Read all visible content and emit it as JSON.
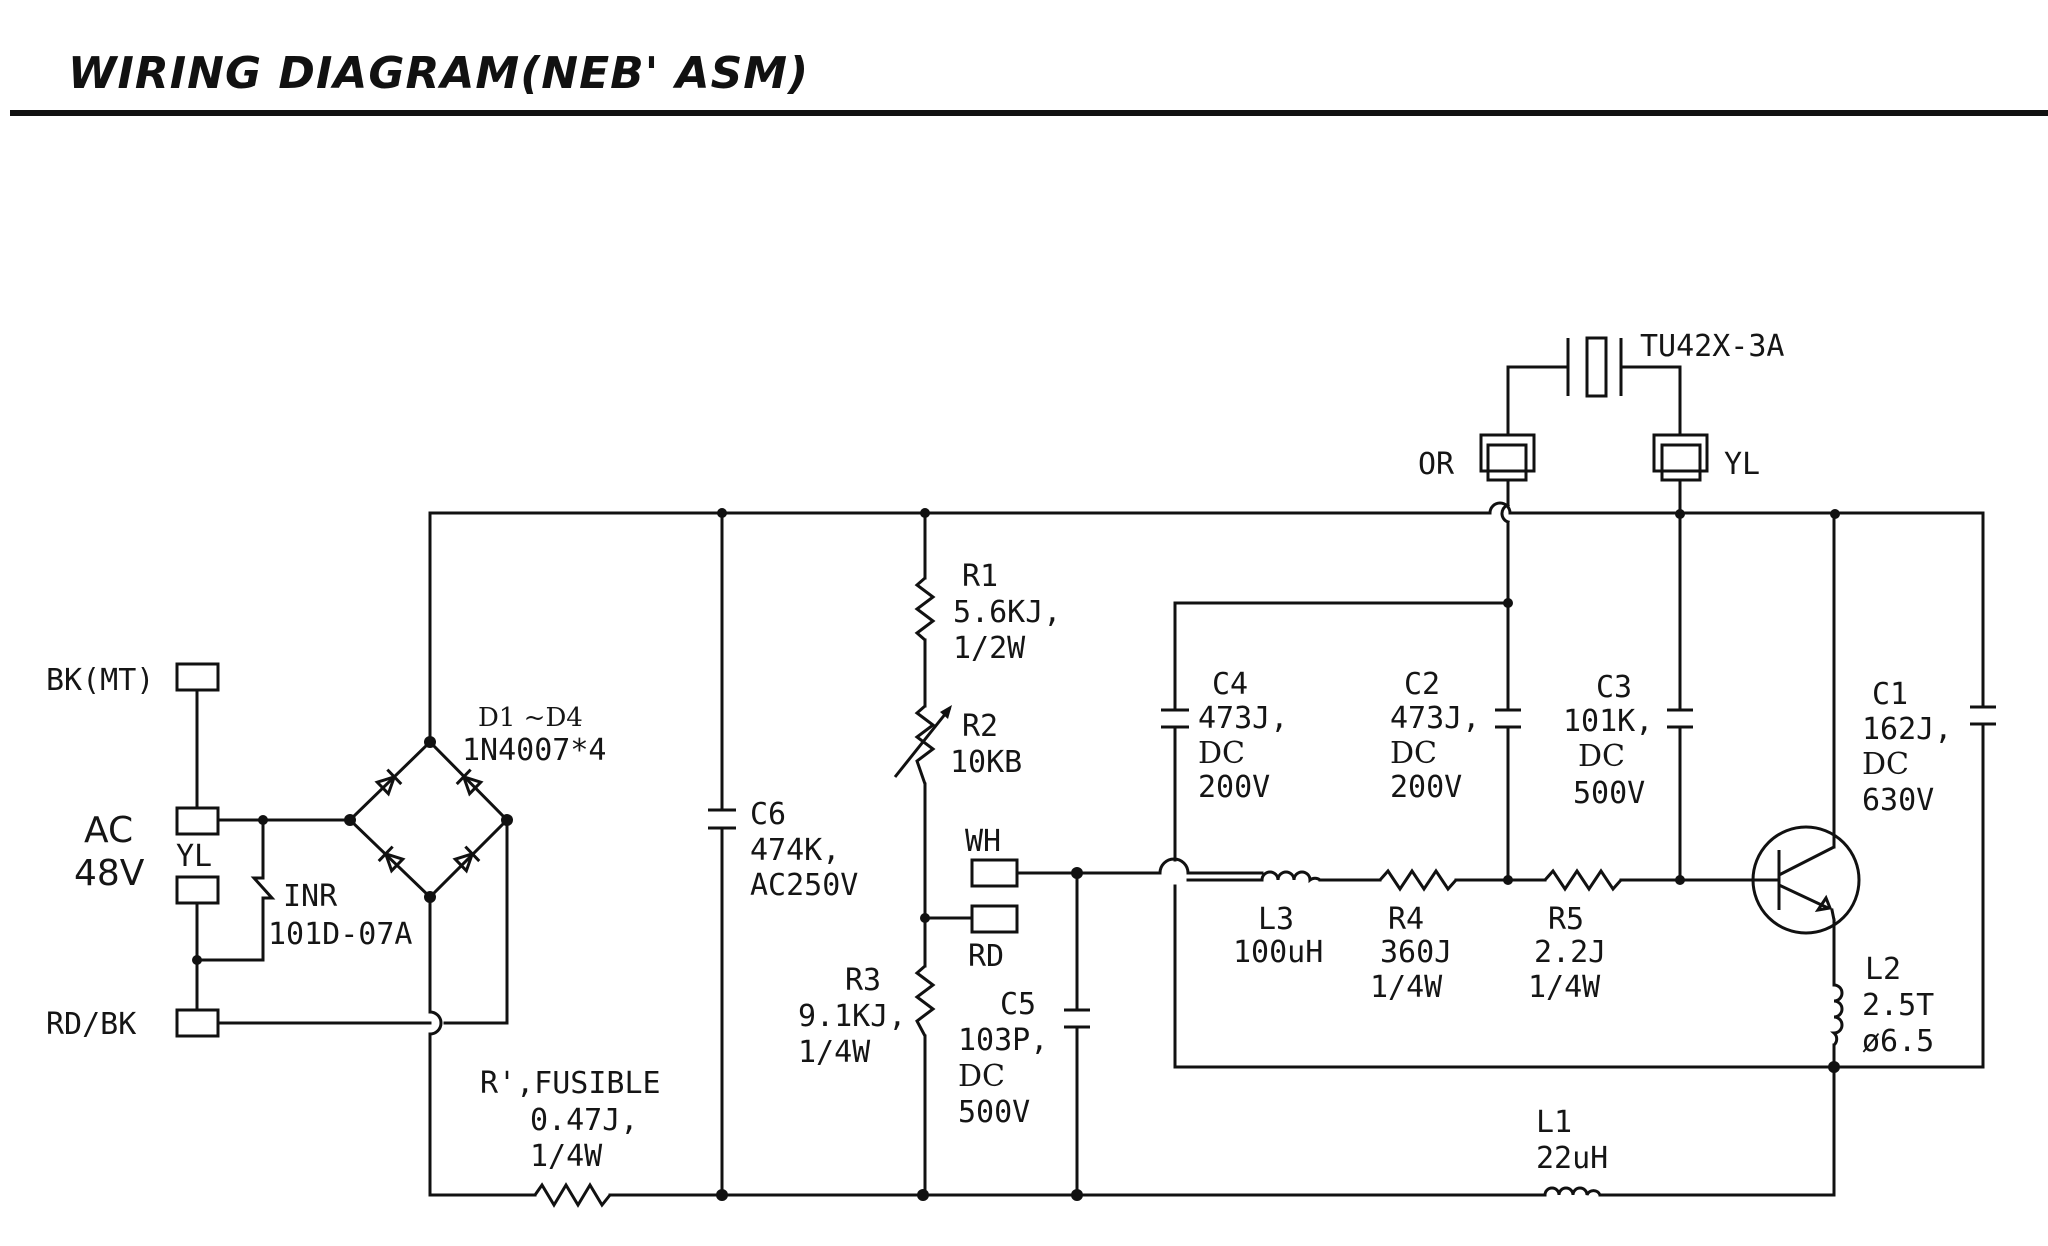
{
  "title": "WIRING DIAGRAM(NEB' ASM)",
  "connectors": {
    "bk_mt": "BK(MT)",
    "ac_line1": "AC",
    "ac_line2": "48V",
    "yl_left": "YL",
    "rd_bk": "RD/BK",
    "wh": "WH",
    "rd": "RD",
    "or": "OR",
    "yl_right": "YL"
  },
  "components": {
    "inr": {
      "ref": "INR",
      "value": "101D-07A"
    },
    "bridge": {
      "ref": "D1 ~D4",
      "value": "1N4007*4"
    },
    "fusible": {
      "ref": "R',FUSIBLE",
      "value": "0.47J,",
      "power": "1/4W"
    },
    "c6": {
      "ref": "C6",
      "value": "474K,",
      "rating": "AC250V"
    },
    "r1": {
      "ref": "R1",
      "value": "5.6KJ,",
      "power": "1/2W"
    },
    "r2": {
      "ref": "R2",
      "value": "10KB"
    },
    "r3": {
      "ref": "R3",
      "value": "9.1KJ,",
      "power": "1/4W"
    },
    "c5": {
      "ref": "C5",
      "value": "103P,",
      "rating1": "DC",
      "rating2": "500V"
    },
    "c4": {
      "ref": "C4",
      "value": "473J,",
      "rating1": "DC",
      "rating2": "200V"
    },
    "c2": {
      "ref": "C2",
      "value": "473J,",
      "rating1": "DC",
      "rating2": "200V"
    },
    "c3": {
      "ref": "C3",
      "value": "101K,",
      "rating1": "DC",
      "rating2": "500V"
    },
    "c1": {
      "ref": "C1",
      "value": "162J,",
      "rating1": "DC",
      "rating2": "630V"
    },
    "l3": {
      "ref": "L3",
      "value": "100uH"
    },
    "r4": {
      "ref": "R4",
      "value": "360J",
      "power": "1/4W"
    },
    "r5": {
      "ref": "R5",
      "value": "2.2J",
      "power": "1/4W"
    },
    "l2": {
      "ref": "L2",
      "value": "2.5T",
      "size": "ø6.5"
    },
    "l1": {
      "ref": "L1",
      "value": "22uH"
    },
    "tube": {
      "ref": "TU42X-3A"
    }
  }
}
